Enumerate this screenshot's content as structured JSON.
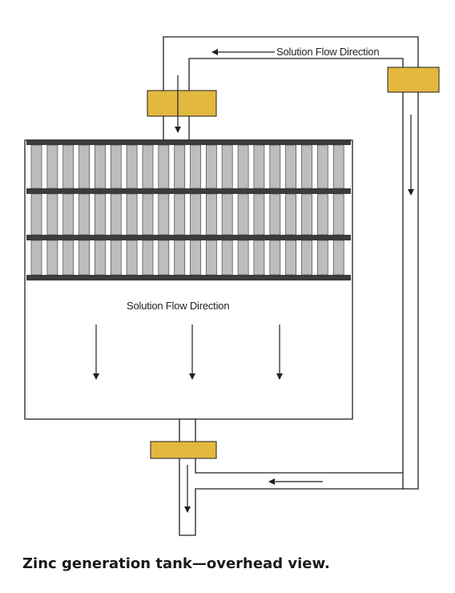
{
  "diagram": {
    "top_label": "Solution Flow Direction",
    "tank_label": "Solution Flow Direction",
    "caption": "Zinc generation tank—overhead view."
  },
  "rack": {
    "plates_per_row": 20,
    "rows": 3
  },
  "colors": {
    "line": "#231f20",
    "bar": "#3a3c3d",
    "plate": "#bcbdbe",
    "filter_box": "#e2b83f"
  }
}
